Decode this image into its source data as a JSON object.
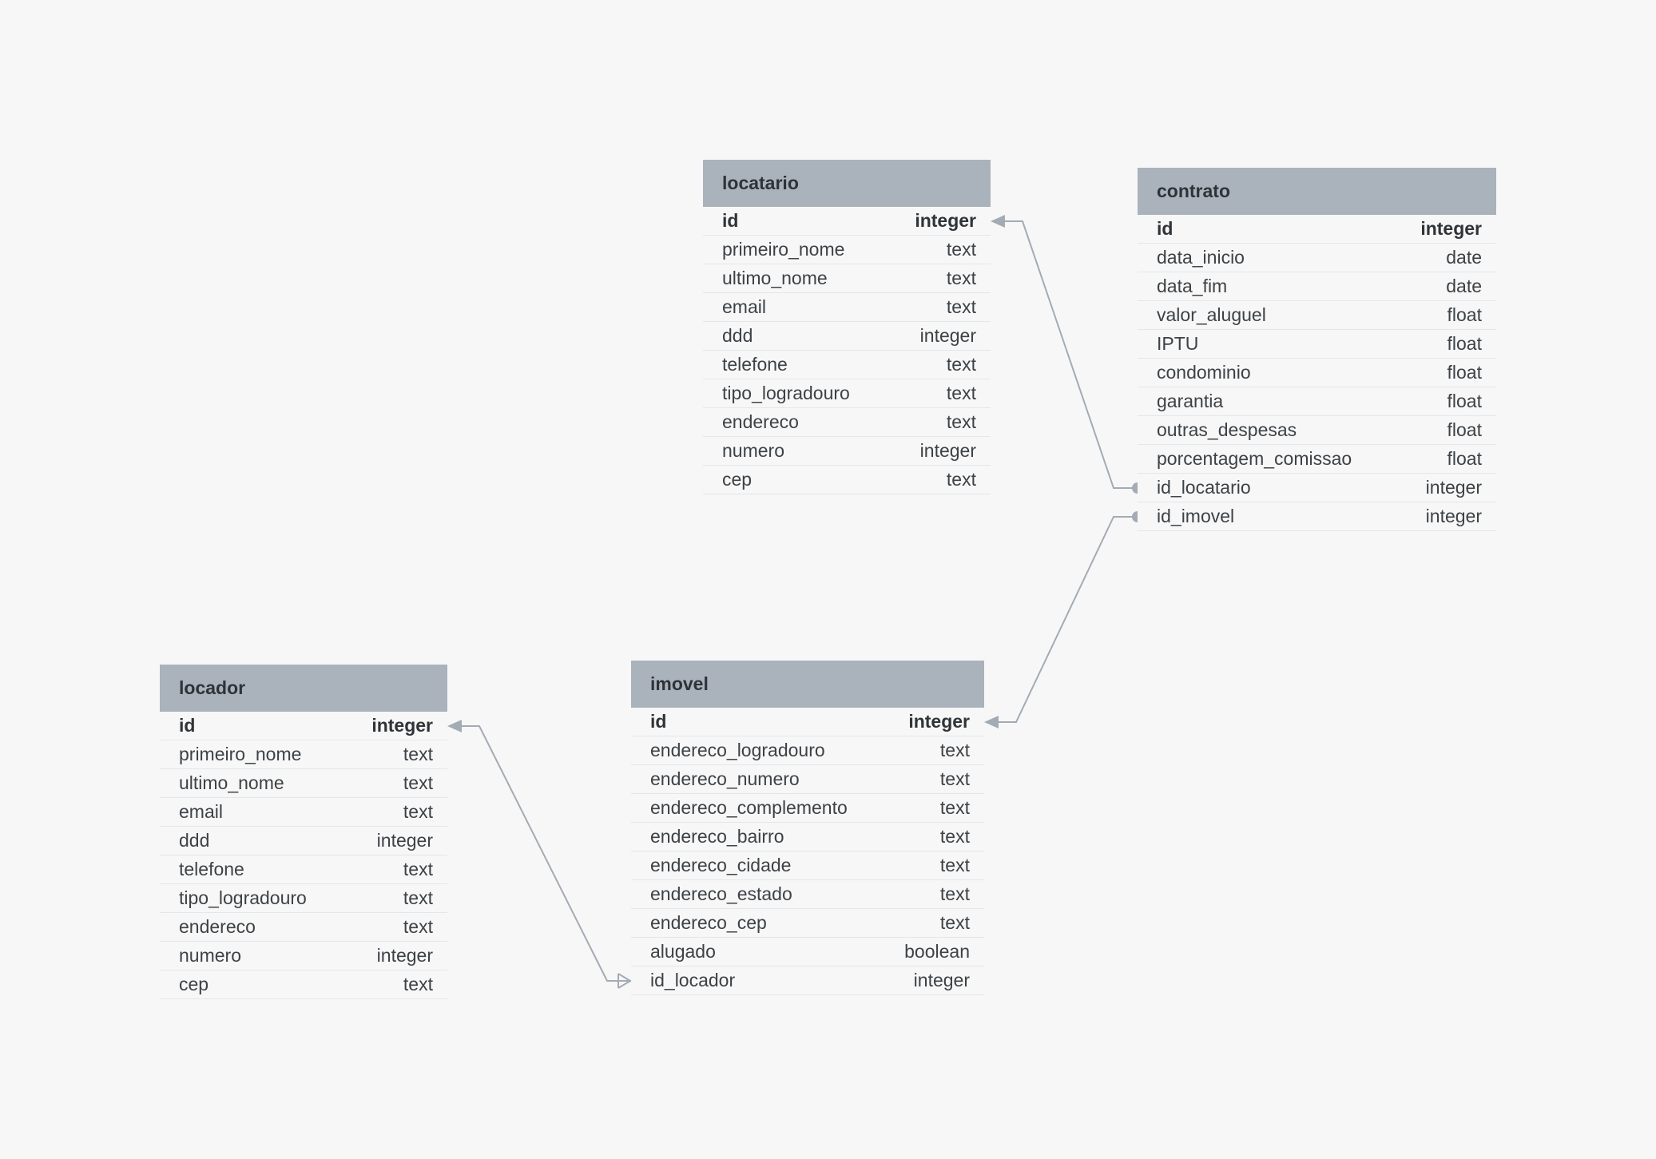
{
  "tables": {
    "locatario": {
      "name": "locatario",
      "columns": [
        {
          "name": "id",
          "type": "integer"
        },
        {
          "name": "primeiro_nome",
          "type": "text"
        },
        {
          "name": "ultimo_nome",
          "type": "text"
        },
        {
          "name": "email",
          "type": "text"
        },
        {
          "name": "ddd",
          "type": "integer"
        },
        {
          "name": "telefone",
          "type": "text"
        },
        {
          "name": "tipo_logradouro",
          "type": "text"
        },
        {
          "name": "endereco",
          "type": "text"
        },
        {
          "name": "numero",
          "type": "integer"
        },
        {
          "name": "cep",
          "type": "text"
        }
      ]
    },
    "contrato": {
      "name": "contrato",
      "columns": [
        {
          "name": "id",
          "type": "integer"
        },
        {
          "name": "data_inicio",
          "type": "date"
        },
        {
          "name": "data_fim",
          "type": "date"
        },
        {
          "name": "valor_aluguel",
          "type": "float"
        },
        {
          "name": "IPTU",
          "type": "float"
        },
        {
          "name": "condominio",
          "type": "float"
        },
        {
          "name": "garantia",
          "type": "float"
        },
        {
          "name": "outras_despesas",
          "type": "float"
        },
        {
          "name": "porcentagem_comissao",
          "type": "float"
        },
        {
          "name": "id_locatario",
          "type": "integer"
        },
        {
          "name": "id_imovel",
          "type": "integer"
        }
      ]
    },
    "locador": {
      "name": "locador",
      "columns": [
        {
          "name": "id",
          "type": "integer"
        },
        {
          "name": "primeiro_nome",
          "type": "text"
        },
        {
          "name": "ultimo_nome",
          "type": "text"
        },
        {
          "name": "email",
          "type": "text"
        },
        {
          "name": "ddd",
          "type": "integer"
        },
        {
          "name": "telefone",
          "type": "text"
        },
        {
          "name": "tipo_logradouro",
          "type": "text"
        },
        {
          "name": "endereco",
          "type": "text"
        },
        {
          "name": "numero",
          "type": "integer"
        },
        {
          "name": "cep",
          "type": "text"
        }
      ]
    },
    "imovel": {
      "name": "imovel",
      "columns": [
        {
          "name": "id",
          "type": "integer"
        },
        {
          "name": "endereco_logradouro",
          "type": "text"
        },
        {
          "name": "endereco_numero",
          "type": "text"
        },
        {
          "name": "endereco_complemento",
          "type": "text"
        },
        {
          "name": "endereco_bairro",
          "type": "text"
        },
        {
          "name": "endereco_cidade",
          "type": "text"
        },
        {
          "name": "endereco_estado",
          "type": "text"
        },
        {
          "name": "endereco_cep",
          "type": "text"
        },
        {
          "name": "alugado",
          "type": "boolean"
        },
        {
          "name": "id_locador",
          "type": "integer"
        }
      ]
    }
  },
  "relations": [
    {
      "from_table": "contrato",
      "from_column": "id_locatario",
      "to_table": "locatario",
      "to_column": "id"
    },
    {
      "from_table": "contrato",
      "from_column": "id_imovel",
      "to_table": "imovel",
      "to_column": "id"
    },
    {
      "from_table": "imovel",
      "from_column": "id_locador",
      "to_table": "locador",
      "to_column": "id"
    }
  ],
  "colors": {
    "header_bg": "#aab2bb",
    "connector": "#a3abb4",
    "background": "#f7f7f7"
  }
}
